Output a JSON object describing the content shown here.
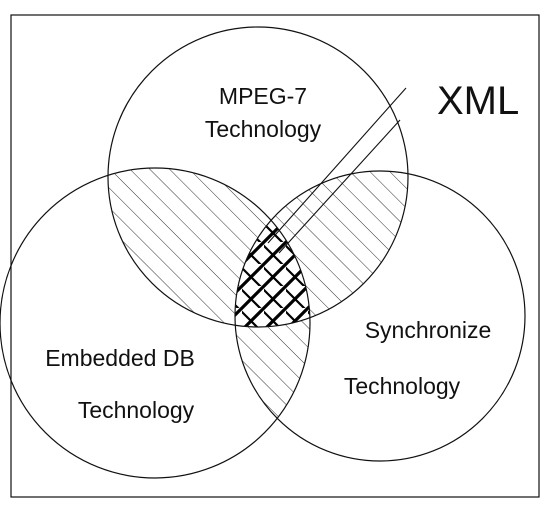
{
  "diagram": {
    "type": "venn",
    "sets": [
      {
        "id": "mpeg7",
        "lines": [
          "MPEG-7",
          "Technology"
        ]
      },
      {
        "id": "embedded_db",
        "lines": [
          "Embedded DB",
          "Technology"
        ]
      },
      {
        "id": "synchronize",
        "lines": [
          "Synchronize",
          "Technology"
        ]
      }
    ],
    "callout": "XML",
    "colors": {
      "stroke": "#111111",
      "background": "#ffffff"
    }
  }
}
